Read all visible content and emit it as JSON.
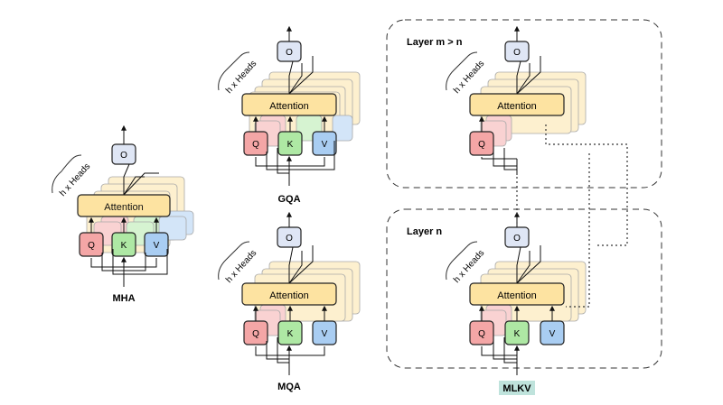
{
  "labels": {
    "attention": "Attention",
    "query": "Q",
    "key": "K",
    "value": "V",
    "output": "O",
    "heads": "h x Heads"
  },
  "captions": {
    "mha": "MHA",
    "gqa": "GQA",
    "mqa": "MQA",
    "mlkv": "MLKV"
  },
  "panels": {
    "layer_upper": "Layer m > n",
    "layer_lower": "Layer n"
  },
  "colors": {
    "query": "#f4a6a6",
    "key": "#aee8a4",
    "value": "#a9cdf2",
    "output": "#dfe6f5",
    "attention": "#fde3a1",
    "mlkv_highlight": "#bfe3dc"
  }
}
